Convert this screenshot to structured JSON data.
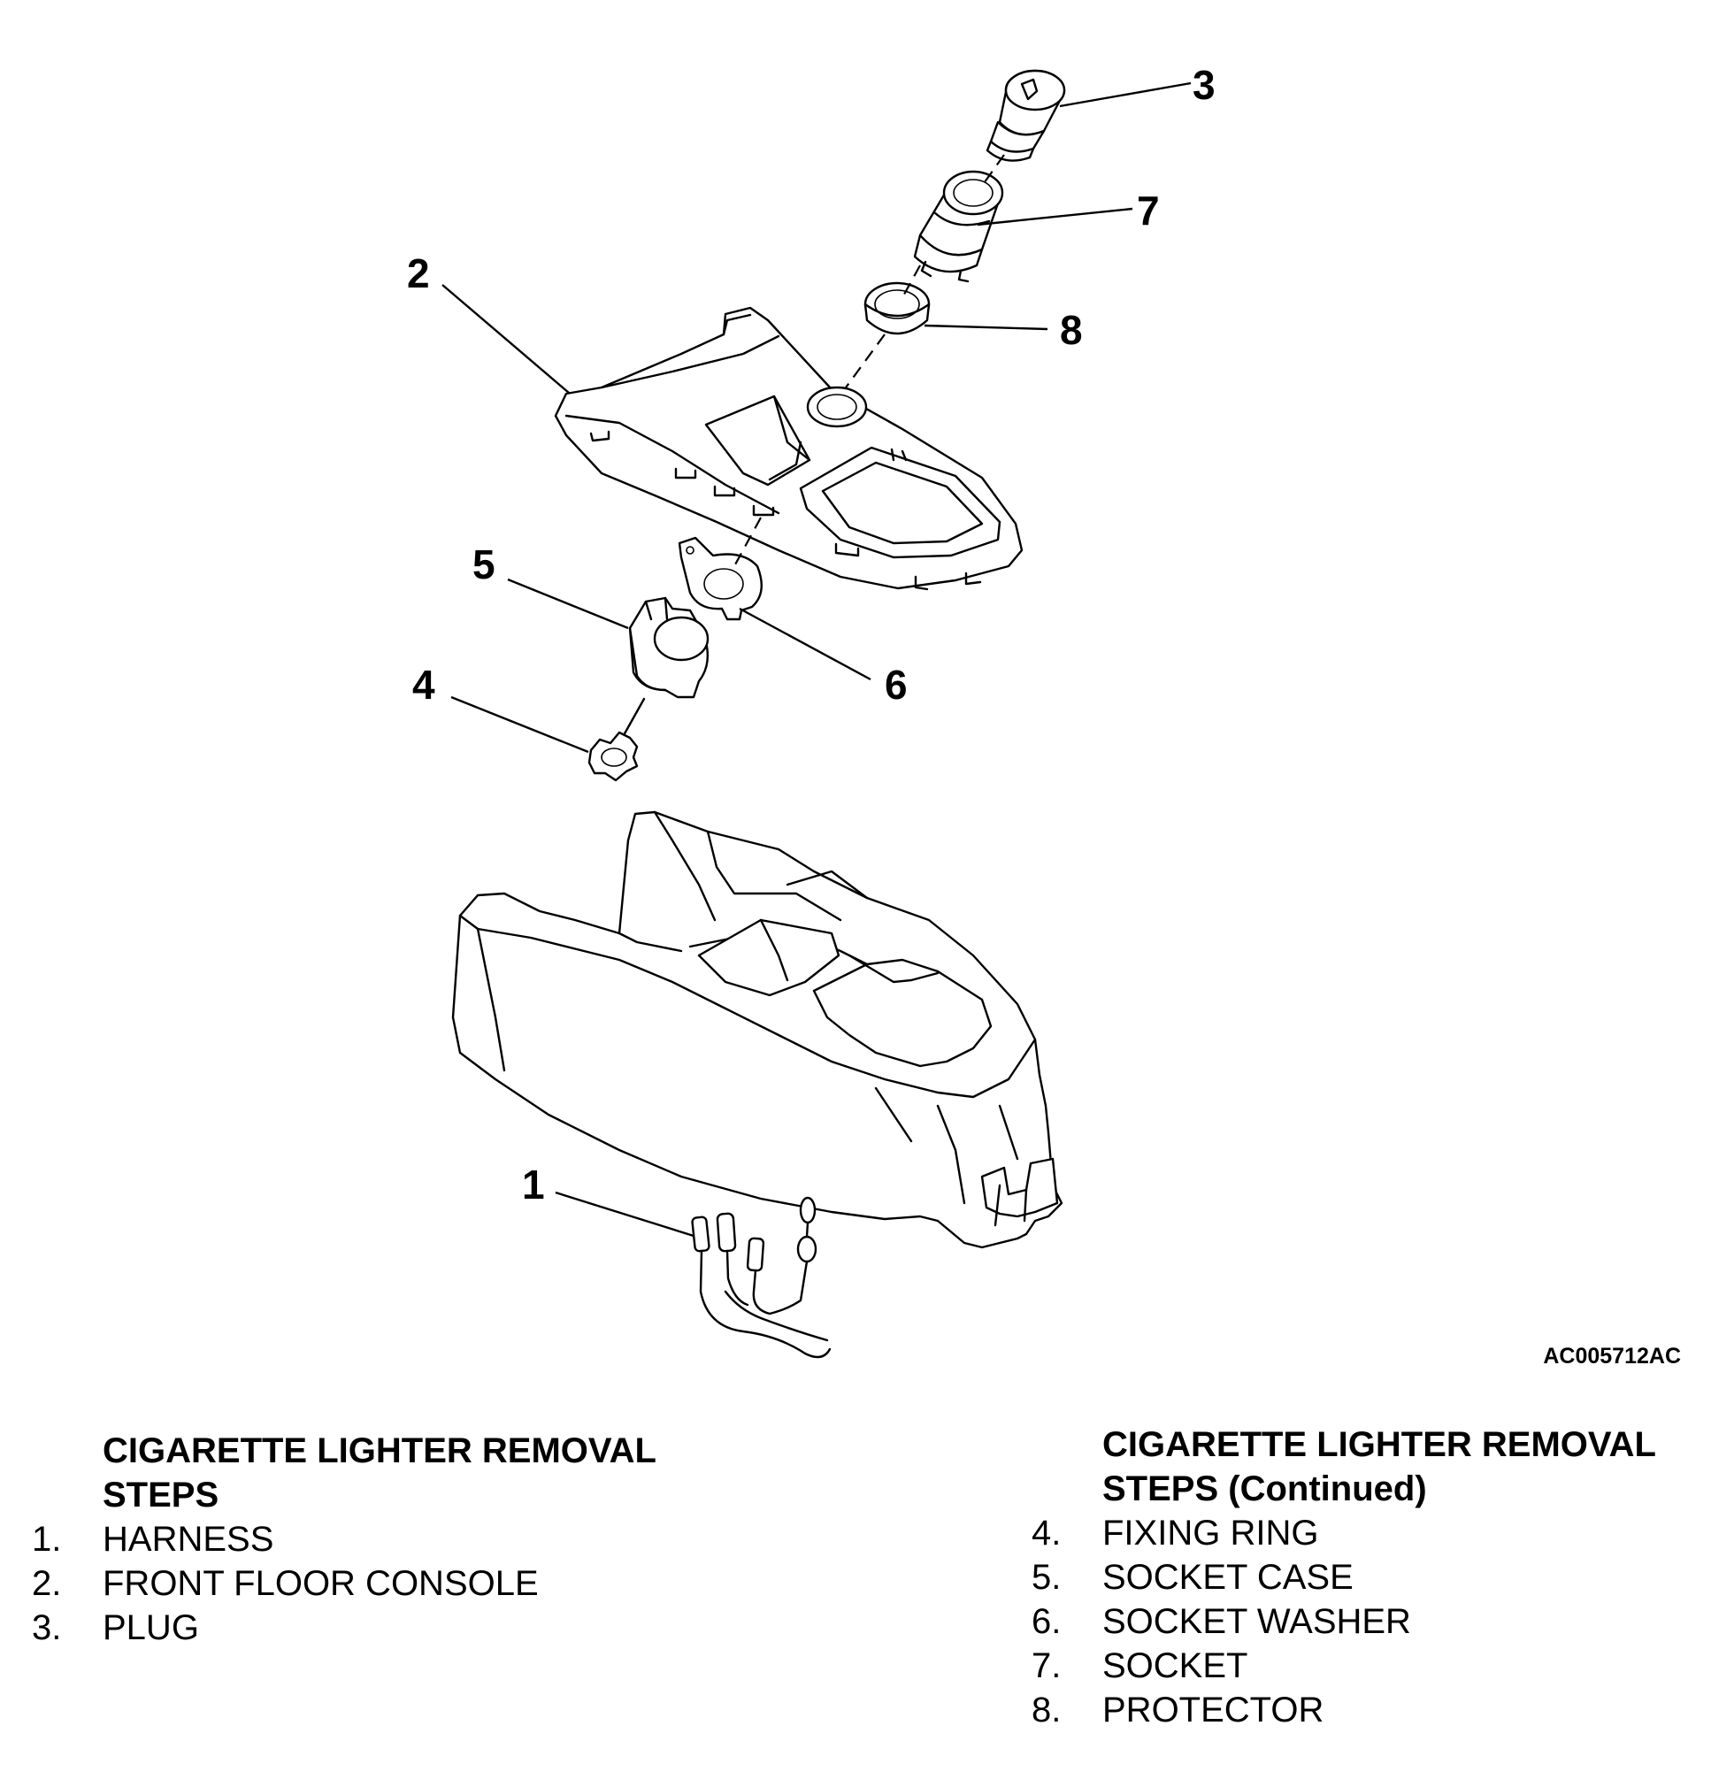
{
  "figure": {
    "figure_id": "AC005712AC",
    "callouts": [
      "1",
      "2",
      "3",
      "4",
      "5",
      "6",
      "7",
      "8"
    ]
  },
  "steps_left": {
    "heading_line1": "CIGARETTE LIGHTER REMOVAL",
    "heading_line2": "STEPS",
    "items": [
      {
        "num": "1.",
        "label": "HARNESS"
      },
      {
        "num": "2.",
        "label": "FRONT FLOOR CONSOLE"
      },
      {
        "num": "3.",
        "label": "PLUG"
      }
    ]
  },
  "steps_right": {
    "heading_line1": "CIGARETTE LIGHTER REMOVAL",
    "heading_line2": "STEPS (Continued)",
    "items": [
      {
        "num": "4.",
        "label": "FIXING RING"
      },
      {
        "num": "5.",
        "label": "SOCKET CASE"
      },
      {
        "num": "6.",
        "label": "SOCKET WASHER"
      },
      {
        "num": "7.",
        "label": "SOCKET"
      },
      {
        "num": "8.",
        "label": "PROTECTOR"
      }
    ]
  }
}
